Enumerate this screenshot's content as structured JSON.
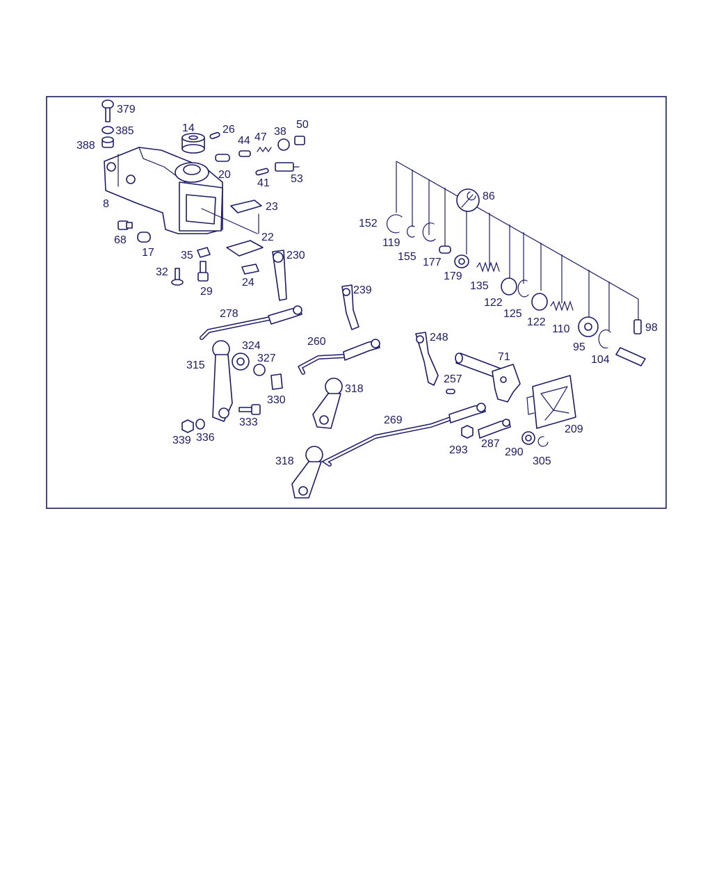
{
  "labels": {
    "p379": "379",
    "p385": "385",
    "p388": "388",
    "p14": "14",
    "p26": "26",
    "p44": "44",
    "p47": "47",
    "p38": "38",
    "p50": "50",
    "p20": "20",
    "p41": "41",
    "p53": "53",
    "p8": "8",
    "p23": "23",
    "p22": "22",
    "p68": "68",
    "p17": "17",
    "p35": "35",
    "p230": "230",
    "p32": "32",
    "p29": "29",
    "p24": "24",
    "p86": "86",
    "p152": "152",
    "p119": "119",
    "p155": "155",
    "p177": "177",
    "p179": "179",
    "p135": "135",
    "p122a": "122",
    "p125": "125",
    "p122b": "122",
    "p110": "110",
    "p95": "95",
    "p104": "104",
    "p98": "98",
    "p239": "239",
    "p278": "278",
    "p260": "260",
    "p324": "324",
    "p327": "327",
    "p315": "315",
    "p330": "330",
    "p248": "248",
    "p71": "71",
    "p257": "257",
    "p318a": "318",
    "p333": "333",
    "p339": "339",
    "p336": "336",
    "p269": "269",
    "p209": "209",
    "p293": "293",
    "p287": "287",
    "p290": "290",
    "p305": "305",
    "p318b": "318"
  }
}
